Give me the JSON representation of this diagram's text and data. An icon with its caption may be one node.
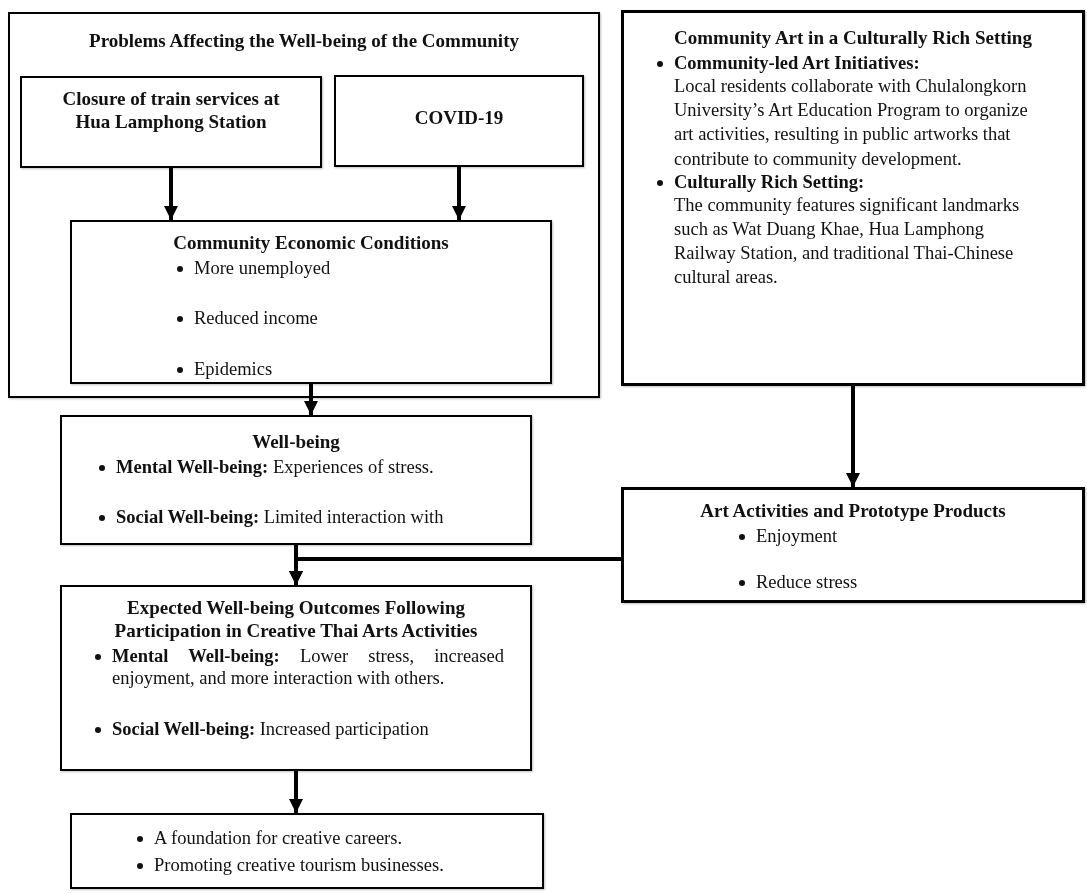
{
  "diagram": {
    "nodes": [
      {
        "text": [
          "Problems Affecting the Well-being of the Community"
        ]
      },
      {
        "text": [
          "Closure of train services at Hua Lamphong Station"
        ],
        "in": 0
      },
      {
        "text": [
          "COVID-19"
        ],
        "in": 0
      },
      {
        "text": [
          "Community Economic Conditions",
          "More unemployed",
          "Reduced income",
          "Epidemics"
        ],
        "in": 0
      },
      {
        "text": [
          "Community Art in a Culturally Rich Setting",
          "Community-led Art Initiatives:",
          "Local residents collaborate with Chulalongkorn University’s Art Education Program to organize art activities, resulting in public artworks that contribute to community development.",
          "Culturally Rich Setting:",
          "The community features significant landmarks such as Wat Duang Khae, Hua Lamphong Railway Station, and traditional Thai-Chinese cultural areas."
        ]
      },
      {
        "text": [
          "Well-being",
          "**Mental Well-being:** Experiences of stress.",
          "**Social Well-being:** Limited interaction with"
        ]
      },
      {
        "text": [
          "Art Activities and Prototype Products",
          "Enjoyment",
          "Reduce stress"
        ]
      },
      {
        "text": [
          "Expected Well-being Outcomes Following Participation in Creative Thai Arts Activities",
          "**Mental Well-being:** Lower stress, increased enjoyment, and more interaction with others.",
          "**Social Well-being:** Increased participation"
        ]
      },
      {
        "text": [
          "A foundation for creative careers.",
          "Promoting creative tourism businesses."
        ]
      }
    ],
    "edges": [
      {
        "from": 1,
        "to": 3,
        "arrow": "to"
      },
      {
        "from": 2,
        "to": 3,
        "arrow": "to"
      },
      {
        "from": 3,
        "to": 5,
        "arrow": "to"
      },
      {
        "from": 4,
        "to": 6,
        "arrow": "to"
      },
      {
        "from": 5,
        "to": 7,
        "arrow": "to"
      },
      {
        "from": 6,
        "to": 7,
        "arrow": "to"
      },
      {
        "from": 7,
        "to": 8,
        "arrow": "to"
      }
    ]
  }
}
